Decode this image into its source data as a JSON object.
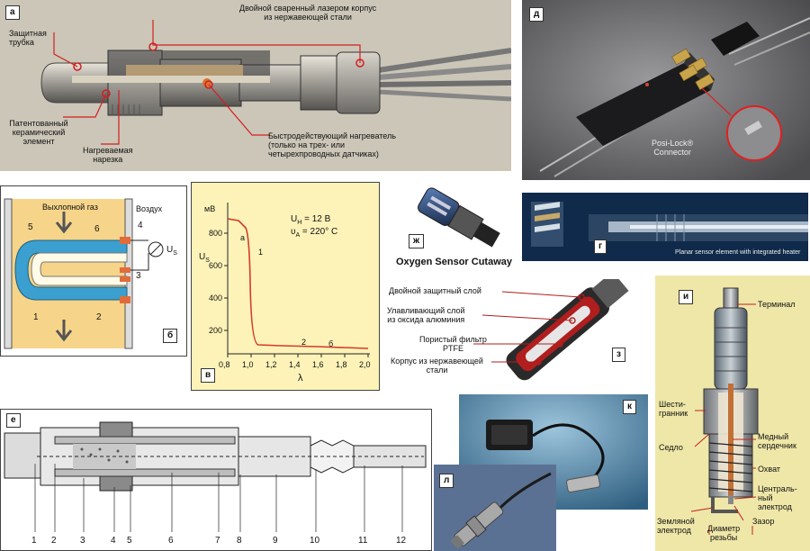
{
  "panels": {
    "a": {
      "tag": "а",
      "labels": {
        "tube": "Защитная\nтрубка",
        "case": "Двойной сваренный лазером корпус\nиз нержавеющей стали",
        "element": "Патентованный\nкерамический\nэлемент",
        "thread": "Нагреваемая\nнарезка",
        "heater": "Быстродействующий нагреватель\n(только на трех- или\nчетырехпроводных датчиках)"
      }
    },
    "d": {
      "tag": "д",
      "labels": {
        "connector": "Posi-Lock®\nConnector"
      }
    },
    "b": {
      "tag": "б",
      "labels": {
        "gas": "Выхлопной газ",
        "air": "Воздух",
        "us": "U",
        "us_sub": "S",
        "n1": "1",
        "n2": "2",
        "n3": "3",
        "n4": "4",
        "n5": "5",
        "n6": "6"
      }
    },
    "v": {
      "tag": "в",
      "units_y": "мВ",
      "ylabel": "U",
      "ylabel_sub": "S",
      "xlabel": "λ",
      "params": [
        "U",
        "H",
        " = 12 В",
        "υ",
        "A",
        " = 220° С"
      ],
      "curve_labels": [
        "а",
        "1",
        "2",
        "б"
      ],
      "x_ticks": [
        "0,8",
        "1,0",
        "1,2",
        "1,4",
        "1,6",
        "1,8",
        "2,0"
      ],
      "y_ticks": [
        "800",
        "600",
        "400",
        "200"
      ]
    },
    "zh": {
      "tag": "ж",
      "title": "Oxygen Sensor Cutaway"
    },
    "g": {
      "tag": "г",
      "caption": "Planar sensor element with integrated heater"
    },
    "z": {
      "tag": "з",
      "labels": {
        "shield": "Двойной защитный слой",
        "trap": "Улавливающий слой\nиз оксида алюминия",
        "filter": "Пористый фильтр\nPTFE",
        "case": "Корпус из нержавеющей\nстали"
      }
    },
    "i": {
      "tag": "и",
      "labels": {
        "terminal": "Терминал",
        "hex": "Шести-\nгранник",
        "seat": "Седло",
        "copper": "Медный\nсердечник",
        "sheath": "Охват",
        "center": "Централь-\nный\nэлектрод",
        "ground": "Земляной\nэлектрод",
        "gap": "Зазор",
        "diameter": "Диаметр\nрезьбы"
      }
    },
    "e": {
      "tag": "е",
      "numbers": [
        "1",
        "2",
        "3",
        "4",
        "5",
        "6",
        "7",
        "8",
        "9",
        "10",
        "11",
        "12"
      ]
    },
    "k": {
      "tag": "к"
    },
    "l": {
      "tag": "л"
    }
  },
  "colors": {
    "panel_a_bg": "#c8c3b4",
    "panel_d_bg": "#6f6e70",
    "panel_b_bg": "#f6d48a",
    "panel_v_bg": "#fdf3b8",
    "panel_g_bg": "#0f2a4a",
    "panel_i_bg": "#efe7a8",
    "curve": "#d63a2a",
    "callout": "#d21f1f"
  }
}
